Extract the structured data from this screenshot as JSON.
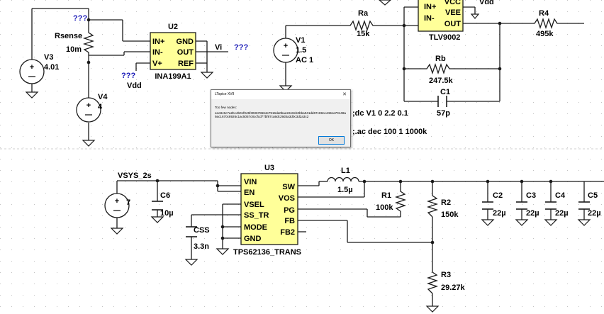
{
  "schematic": {
    "labels": {
      "rsense_label": "Rsense",
      "rsense_value": "10m",
      "v3_name": "V3",
      "v3_value": "4.01",
      "v4_name": "V4",
      "v4_value": "4",
      "u2_name": "U2",
      "u2_part": "INA199A1",
      "u2_pin_inp": "IN+",
      "u2_pin_inn": "IN-",
      "u2_pin_vp": "V+",
      "u2_pin_gnd": "GND",
      "u2_pin_out": "OUT",
      "u2_pin_ref": "REF",
      "vi_label": "Vi",
      "unknown_1": "???",
      "unknown_2": "???",
      "unknown_3": "???",
      "vdd_1": "Vdd",
      "vdd_2": "Vdd",
      "v1_name": "V1",
      "v1_value": "1.5",
      "v1_ac": "AC 1",
      "ra_name": "Ra",
      "ra_value": "15k",
      "tlv_pin_inp": "IN+",
      "tlv_pin_inn": "IN-",
      "tlv_pin_vcc": "VCC",
      "tlv_pin_vee": "VEE",
      "tlv_pin_out": "OUT",
      "tlv_part": "TLV9002",
      "r4_name": "R4",
      "r4_value": "495k",
      "rb_name": "Rb",
      "rb_value": "247.5k",
      "c1_name": "C1",
      "c1_value": "57p",
      "dc_directive": ";dc V1 0 2.2 0.1",
      "ac_directive": ";.ac dec 100 1 1000k",
      "vsys_label": "VSYS_2s",
      "vsys_value": "7",
      "c6_name": "C6",
      "c6_value": "10µ",
      "css_name": "CSS",
      "css_value": "3.3n",
      "u3_name": "U3",
      "u3_part": "TPS62136_TRANS",
      "u3_pin_vin": "VIN",
      "u3_pin_en": "EN",
      "u3_pin_vsel": "VSEL",
      "u3_pin_sstr": "SS_TR",
      "u3_pin_mode": "MODE",
      "u3_pin_gnd": "GND",
      "u3_pin_sw": "SW",
      "u3_pin_vos": "VOS",
      "u3_pin_pg": "PG",
      "u3_pin_fb": "FB",
      "u3_pin_fb2": "FB2",
      "l1_name": "L1",
      "l1_value": "1.5µ",
      "r1_name": "R1",
      "r1_value": "100k",
      "r2_name": "R2",
      "r2_value": "150k",
      "r3_name": "R3",
      "r3_value": "29.27k",
      "c2_name": "C2",
      "c2_value": "22µ",
      "c3_name": "C3",
      "c3_value": "22µ",
      "c4_name": "C4",
      "c4_value": "22µ",
      "c5_name": "C5",
      "c5_value": "22µ"
    }
  },
  "dialog": {
    "title": "LTspice XVII",
    "close_glyph": "✕",
    "message": "Too few nodes:",
    "detail": "eee8c5c7a2bc4b01f045f303678664e7916da0bae22e8cb0bba041dd67c69ce448ea70148a9ac1670c8926c1ac5057c8ccfcd77bf87ca9dc29d4a3d0c3d2a3c2",
    "ok_label": "OK"
  },
  "colors": {
    "wire": "#1a1a1a",
    "component_fill": "#ffff99",
    "source_fill": "#ffffff",
    "net_label": "#1a1ab8",
    "grid_dots": "#b0b0b0"
  }
}
